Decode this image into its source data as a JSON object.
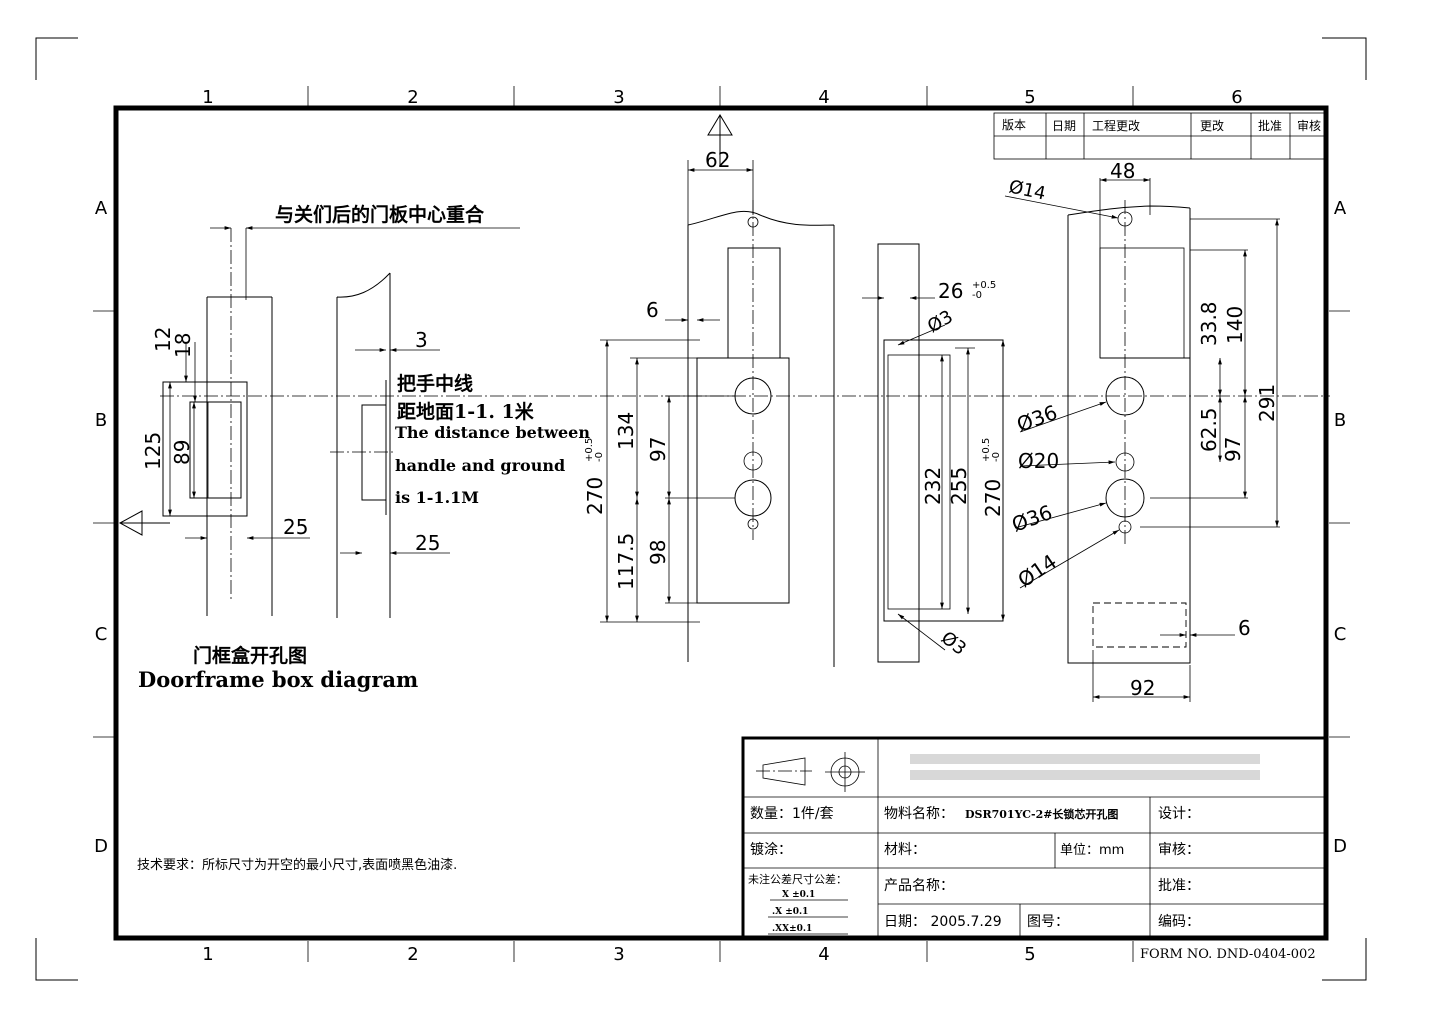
{
  "grid": {
    "columns": [
      "1",
      "2",
      "3",
      "4",
      "5",
      "6"
    ],
    "rows": [
      "A",
      "B",
      "C",
      "D"
    ]
  },
  "revision_table": {
    "headers": [
      "版本",
      "日期",
      "工程更改",
      "更改",
      "批准",
      "审核"
    ]
  },
  "left_view": {
    "top_note": "与关们后的门板中心重合",
    "dims": [
      "12",
      "18",
      "125",
      "89",
      "25"
    ],
    "caption_cn": "门框盒开孔图",
    "caption_en": "Doorframe box diagram"
  },
  "second_view": {
    "dims": [
      "3",
      "25"
    ],
    "handle_cn_1": "把手中线",
    "handle_cn_2": "距地面1-1. 1米",
    "handle_en_1": "The distance between",
    "handle_en_2": "handle and ground",
    "handle_en_3": "is 1-1.1M"
  },
  "third_view": {
    "dims": [
      "62",
      "6",
      "270",
      "134",
      "97",
      "117.5",
      "98"
    ],
    "tol": "+0.5",
    "tol_low": "-0"
  },
  "fourth_view": {
    "dims": [
      "26",
      "Ø3",
      "232",
      "255",
      "270",
      "Ø3"
    ],
    "tol": "+0.5",
    "tol_low": "-0"
  },
  "fifth_view": {
    "dims": [
      "48",
      "Ø14",
      "33.8",
      "140",
      "291",
      "Ø36",
      "62.5",
      "97",
      "Ø20",
      "Ø36",
      "Ø14",
      "6",
      "92"
    ]
  },
  "title_block": {
    "quantity": "数量：1件/套",
    "material_name_label": "物料名称：",
    "material_name_value": "DSR701YC-2#长锁芯开孔图",
    "design": "设计：",
    "plating": "镀涂：",
    "material": "材料：",
    "unit": "单位：mm",
    "review": "审核：",
    "tolerance_title": "未注公差尺寸公差：",
    "tol_1": "X ±0.1",
    "tol_2": ".X ±0.1",
    "tol_3": ".XX±0.1",
    "product_name": "产品名称：",
    "approve": "批准：",
    "date": "日期：  2005.7.29",
    "drawing_no": "图号：",
    "code": "编码："
  },
  "tech_requirement": "技术要求：所标尺寸为开空的最小尺寸,表面喷黑色油漆.",
  "form_no": "FORM NO. DND-0404-002"
}
